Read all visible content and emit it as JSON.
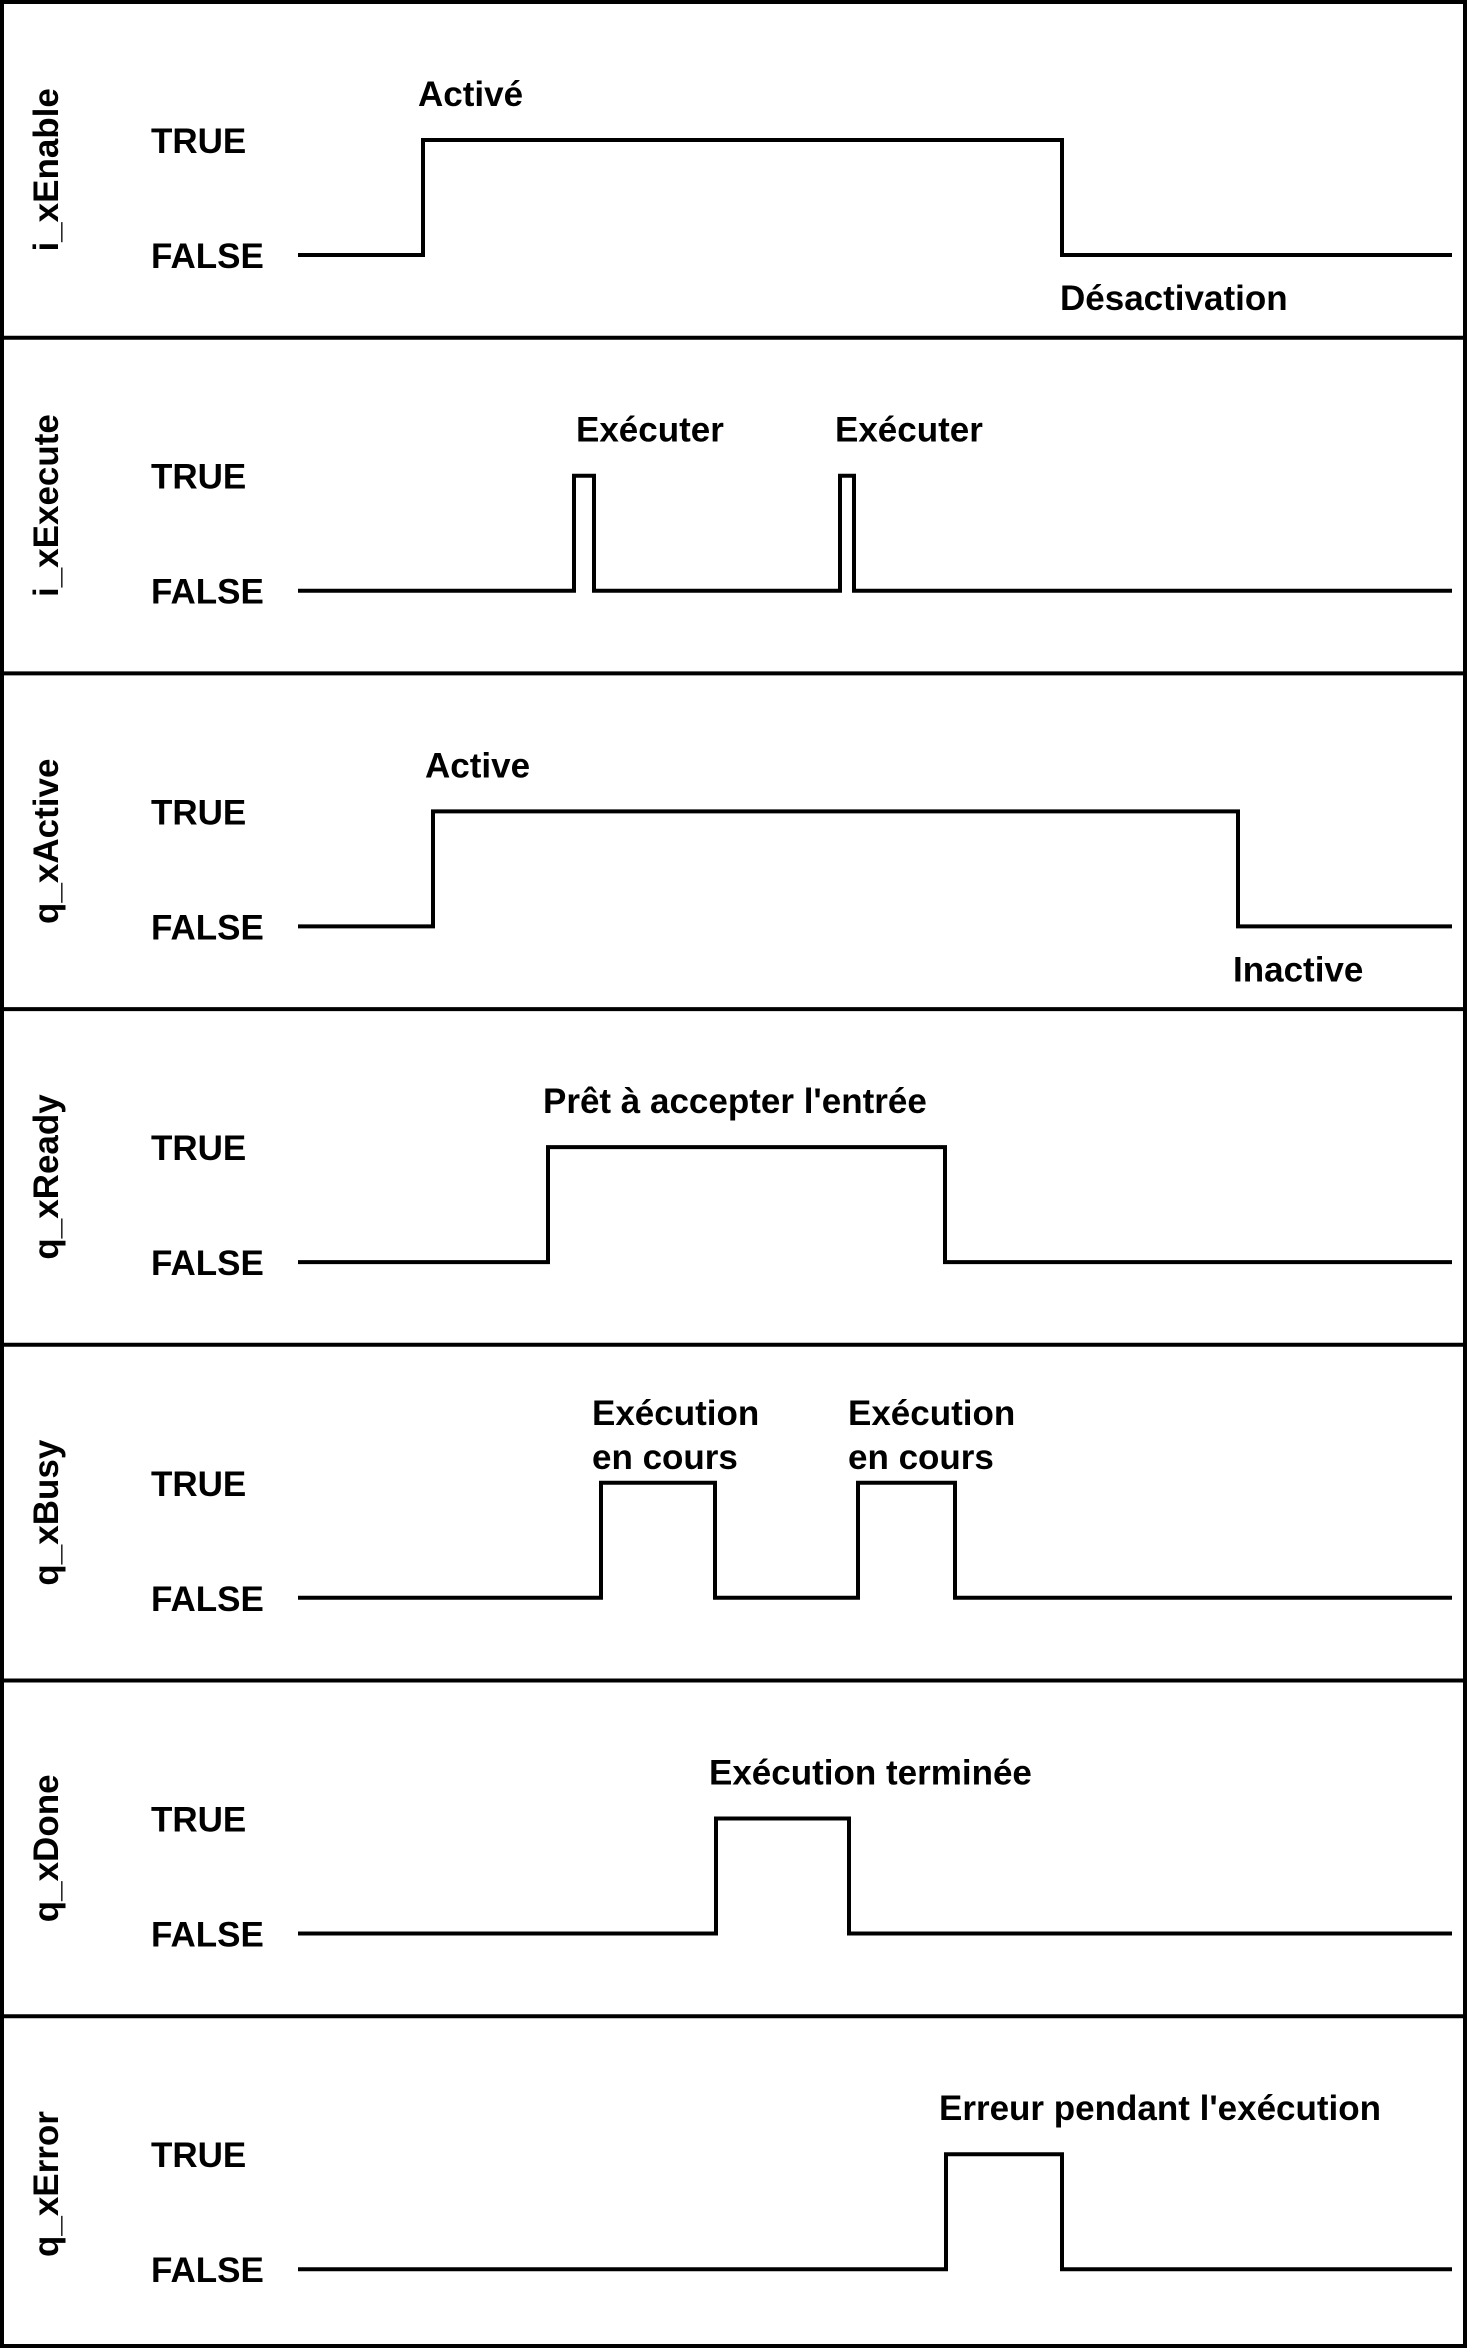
{
  "levels": {
    "true_label": "TRUE",
    "false_label": "FALSE"
  },
  "signals": [
    {
      "name": "i_xEnable",
      "transitions": [
        {
          "t": 423,
          "v": 1
        },
        {
          "t": 1062,
          "v": 0
        }
      ],
      "annotations": [
        {
          "text": "Activé",
          "at": 418,
          "level": "high"
        },
        {
          "text": "Désactivation",
          "at": 1060,
          "level": "low"
        }
      ]
    },
    {
      "name": "i_xExecute",
      "transitions": [
        {
          "t": 574,
          "v": 1
        },
        {
          "t": 594,
          "v": 0
        },
        {
          "t": 840,
          "v": 1
        },
        {
          "t": 854,
          "v": 0
        }
      ],
      "annotations": [
        {
          "text": "Exécuter",
          "at": 576,
          "level": "high"
        },
        {
          "text": "Exécuter",
          "at": 835,
          "level": "high"
        }
      ]
    },
    {
      "name": "q_xActive",
      "transitions": [
        {
          "t": 433,
          "v": 1
        },
        {
          "t": 1238,
          "v": 0
        }
      ],
      "annotations": [
        {
          "text": "Active",
          "at": 425,
          "level": "high"
        },
        {
          "text": "Inactive",
          "at": 1233,
          "level": "low"
        }
      ]
    },
    {
      "name": "q_xReady",
      "transitions": [
        {
          "t": 548,
          "v": 1
        },
        {
          "t": 945,
          "v": 0
        }
      ],
      "annotations": [
        {
          "text": "Prêt à accepter l'entrée",
          "at": 543,
          "level": "high"
        }
      ]
    },
    {
      "name": "q_xBusy",
      "transitions": [
        {
          "t": 601,
          "v": 1
        },
        {
          "t": 715,
          "v": 0
        },
        {
          "t": 858,
          "v": 1
        },
        {
          "t": 955,
          "v": 0
        }
      ],
      "annotations": [
        {
          "text": "Exécution",
          "text2": "en cours",
          "at": 592,
          "level": "high"
        },
        {
          "text": "Exécution",
          "text2": "en cours",
          "at": 848,
          "level": "high"
        }
      ]
    },
    {
      "name": "q_xDone",
      "transitions": [
        {
          "t": 716,
          "v": 1
        },
        {
          "t": 849,
          "v": 0
        }
      ],
      "annotations": [
        {
          "text": "Exécution terminée",
          "at": 709,
          "level": "high"
        }
      ]
    },
    {
      "name": "q_xError",
      "transitions": [
        {
          "t": 946,
          "v": 1
        },
        {
          "t": 1062,
          "v": 0
        }
      ],
      "annotations": [
        {
          "text": "Erreur pendant l'exécution",
          "at": 939,
          "level": "high"
        }
      ]
    }
  ]
}
